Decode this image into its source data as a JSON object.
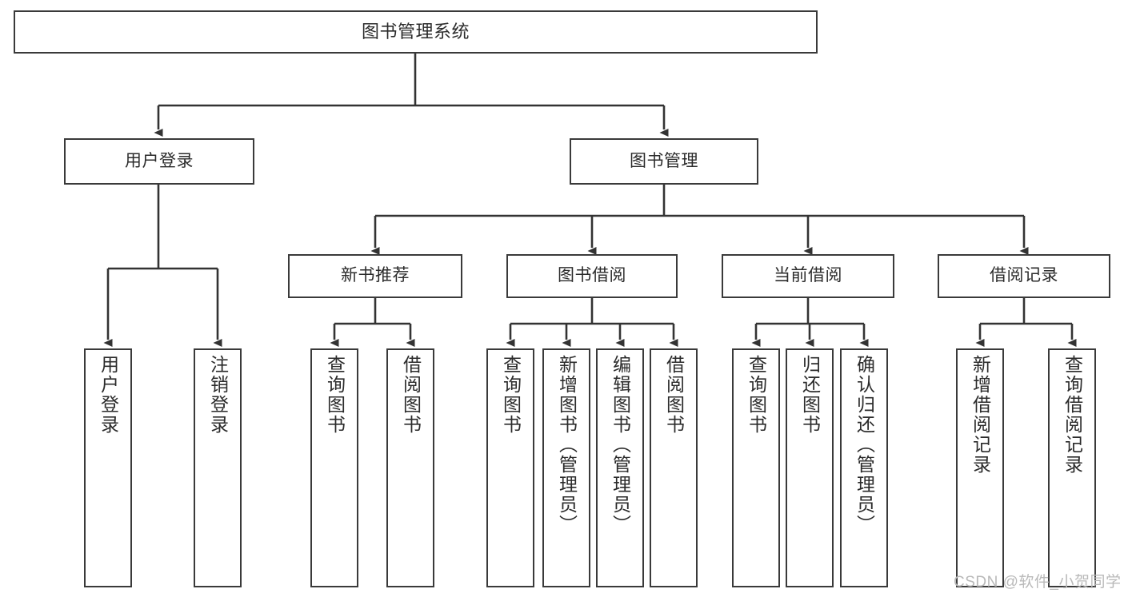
{
  "diagram": {
    "title": "图书管理系统",
    "type": "tree-hierarchy-chart",
    "colors": {
      "background": "#ffffff",
      "node_fill": "#ffffff",
      "node_stroke": "#3a3a3a",
      "edge_stroke": "#333333",
      "text": "#2b2b2b",
      "watermark": "#b9b9b9"
    },
    "watermark": "CSDN @软件_小贺同学",
    "nodes": {
      "root": {
        "label": "图书管理系统"
      },
      "level2": [
        {
          "id": "user-login",
          "label": "用户登录"
        },
        {
          "id": "book-manage",
          "label": "图书管理"
        }
      ],
      "level3": [
        {
          "id": "new-book-recommend",
          "label": "新书推荐"
        },
        {
          "id": "book-borrow",
          "label": "图书借阅"
        },
        {
          "id": "current-borrow",
          "label": "当前借阅"
        },
        {
          "id": "borrow-record",
          "label": "借阅记录"
        }
      ],
      "leaves": {
        "user_login": [
          {
            "id": "leaf-user-login",
            "label": "用户登录"
          },
          {
            "id": "leaf-logout-login",
            "label": "注销登录"
          }
        ],
        "new_book_recommend": [
          {
            "id": "leaf-query-book-1",
            "label": "查询图书"
          },
          {
            "id": "leaf-borrow-book-1",
            "label": "借阅图书"
          }
        ],
        "book_borrow": [
          {
            "id": "leaf-query-book-2",
            "label": "查询图书"
          },
          {
            "id": "leaf-add-book",
            "label": "新增图书（管理员）"
          },
          {
            "id": "leaf-edit-book",
            "label": "编辑图书（管理员）"
          },
          {
            "id": "leaf-borrow-book-2",
            "label": "借阅图书"
          }
        ],
        "current_borrow": [
          {
            "id": "leaf-query-book-3",
            "label": "查询图书"
          },
          {
            "id": "leaf-return-book",
            "label": "归还图书"
          },
          {
            "id": "leaf-confirm-return",
            "label": "确认归还（管理员）"
          }
        ],
        "borrow_record": [
          {
            "id": "leaf-add-borrow-record",
            "label": "新增借阅记录"
          },
          {
            "id": "leaf-query-borrow-record",
            "label": "查询借阅记录"
          }
        ]
      }
    }
  }
}
